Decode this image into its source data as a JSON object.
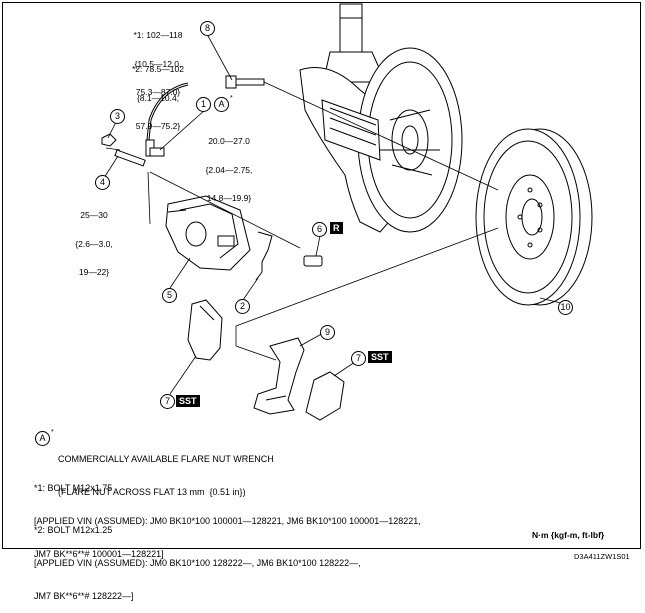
{
  "torque": {
    "t1_label": "*1: 102—118",
    "t1_line2": "{10.5—12.0,",
    "t1_line3": "75.3—87.0}",
    "t2_label": "*2: 78.5—102",
    "t2_line2": "{8.1—10.4,",
    "t2_line3": "57.9—75.2}",
    "flare_line1": "20.0—27.0",
    "flare_line2": "{2.04—2.75,",
    "flare_line3": "14.8—19.9}",
    "bolt4_line1": "25—30",
    "bolt4_line2": "{2.6—3.0,",
    "bolt4_line3": "19—22}"
  },
  "callouts": {
    "c1": "1",
    "c2": "2",
    "c3": "3",
    "c4": "4",
    "c5": "5",
    "c6": "6",
    "c7a": "7",
    "c7b": "7",
    "c8": "8",
    "c9": "9",
    "c10": "10",
    "a_mark": "A",
    "a_star": "*"
  },
  "tags": {
    "r": "R",
    "sst1": "SST",
    "sst2": "SST"
  },
  "notes": {
    "a_line1": "COMMERCIALLY AVAILABLE FLARE NUT WRENCH",
    "a_line2": "(FLARE NUT ACROSS FLAT 13 mm  {0.51 in})",
    "b1_title": "*1: BOLT M12x1.75",
    "b1_line1": "[APPLIED VIN (ASSUMED): JM0 BK10*100 100001—128221, JM6 BK10*100 100001—128221,",
    "b1_line2": "JM7 BK**6**# 100001—128221]",
    "b2_title": "*2: BOLT M12x1.25",
    "b2_line1": "[APPLIED VIN (ASSUMED): JM0 BK10*100 128222—, JM6 BK10*100 128222—,",
    "b2_line2": "JM7 BK**6**# 128222—]"
  },
  "unit_label": "N·m {kgf-m, ft-lbf}",
  "figure_id": "D3A411ZW1S01"
}
